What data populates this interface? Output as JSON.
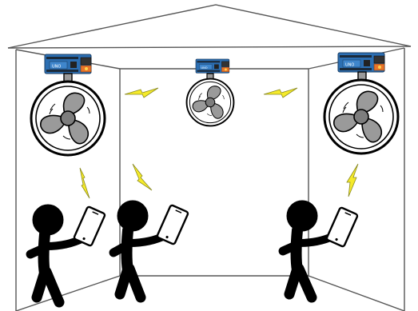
{
  "scene": {
    "devices": [
      {
        "id": "left",
        "controller": "microcontroller-board",
        "appliance": "ceiling-fan",
        "fan_speed_icon": "fan-icon"
      },
      {
        "id": "center",
        "controller": "microcontroller-board",
        "appliance": "ceiling-fan",
        "fan_speed_icon": "fan-icon"
      },
      {
        "id": "right",
        "controller": "microcontroller-board",
        "appliance": "ceiling-fan",
        "fan_speed_icon": "fan-icon"
      }
    ],
    "people": [
      {
        "id": "person-1",
        "holds": "smartphone"
      },
      {
        "id": "person-2",
        "holds": "smartphone"
      },
      {
        "id": "person-3",
        "holds": "smartphone"
      }
    ],
    "links": [
      {
        "from": "left-fan",
        "to": "center-fan",
        "icon": "lightning-icon"
      },
      {
        "from": "center-fan",
        "to": "right-fan",
        "icon": "lightning-icon"
      },
      {
        "from": "person-1",
        "to": "left-fan",
        "icon": "lightning-icon"
      },
      {
        "from": "person-2",
        "to": "left-fan",
        "icon": "lightning-icon"
      },
      {
        "from": "person-3",
        "to": "right-fan",
        "icon": "lightning-icon"
      }
    ],
    "colors": {
      "board_blue": "#2c6fb3",
      "board_dark": "#1b4f86",
      "usb_orange": "#e8742a",
      "fan_grey": "#9a9a9a",
      "lightning_yellow": "#f5ea2a",
      "ink": "#000000"
    }
  }
}
